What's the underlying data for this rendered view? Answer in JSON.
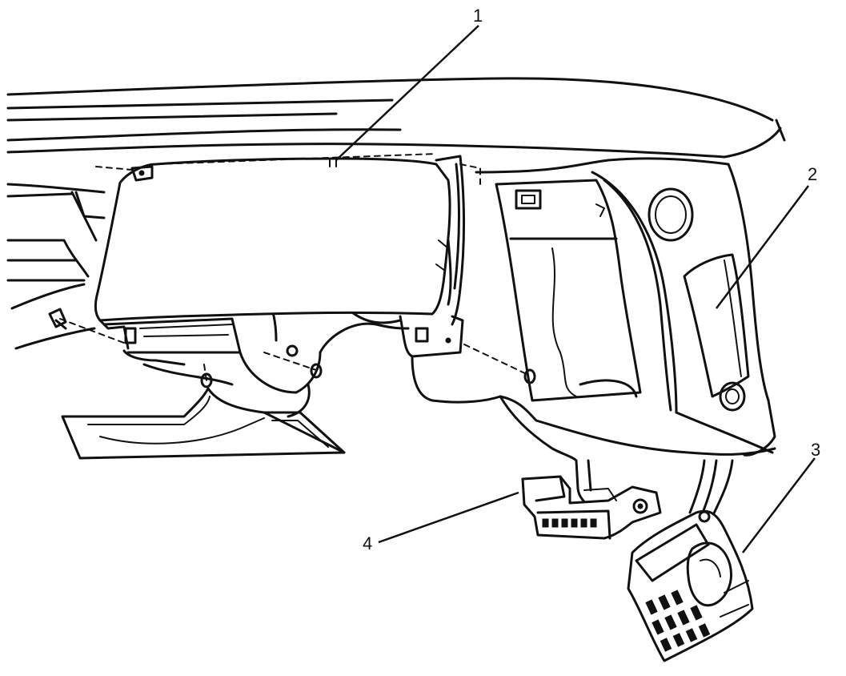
{
  "callouts": [
    {
      "id": "1",
      "label": "1"
    },
    {
      "id": "2",
      "label": "2"
    },
    {
      "id": "3",
      "label": "3"
    },
    {
      "id": "4",
      "label": "4"
    }
  ],
  "colors": {
    "ink": "#111111",
    "paper": "#ffffff"
  }
}
